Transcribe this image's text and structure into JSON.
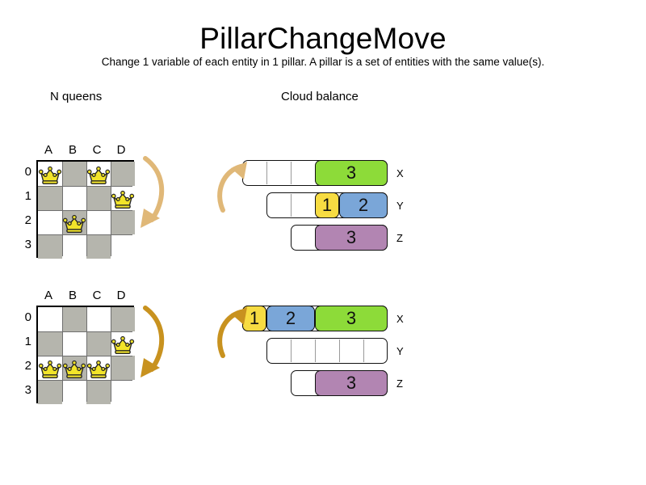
{
  "header": {
    "title": "PillarChangeMove",
    "subtitle": "Change 1 variable of each entity in 1 pillar. A pillar is a set of entities with the same value(s)."
  },
  "sections": {
    "nqueens_label": "N queens",
    "cloudbalance_label": "Cloud balance"
  },
  "colors": {
    "queen_gold": "#f2e42a",
    "board_dark": "#b5b5ad",
    "board_light": "#ffffff",
    "computer_1": "#f7dc42",
    "computer_2": "#7aa6d8",
    "computer_3": "#8ddb39",
    "computer_z": "#b285b2",
    "arrow_before": "#e0b878",
    "arrow_after": "#c8921f"
  },
  "nqueens": {
    "files": [
      "A",
      "B",
      "C",
      "D"
    ],
    "ranks": [
      "0",
      "1",
      "2",
      "3"
    ],
    "before": {
      "queens": [
        {
          "file": "A",
          "rank": "0"
        },
        {
          "file": "C",
          "rank": "0"
        },
        {
          "file": "D",
          "rank": "1"
        },
        {
          "file": "B",
          "rank": "2"
        }
      ]
    },
    "after": {
      "queens": [
        {
          "file": "D",
          "rank": "1"
        },
        {
          "file": "A",
          "rank": "2"
        },
        {
          "file": "B",
          "rank": "2"
        },
        {
          "file": "C",
          "rank": "2"
        }
      ]
    }
  },
  "cloudbalance": {
    "before": {
      "rows": [
        {
          "label": "X",
          "empty_units": 3,
          "segments": [
            {
              "label": "3",
              "units": 3,
              "color": "#8ddb39"
            }
          ]
        },
        {
          "label": "Y",
          "empty_units": 2,
          "segments": [
            {
              "label": "1",
              "units": 1,
              "color": "#f7dc42"
            },
            {
              "label": "2",
              "units": 2,
              "color": "#7aa6d8"
            }
          ]
        },
        {
          "label": "Z",
          "empty_units": 1,
          "segments": [
            {
              "label": "3",
              "units": 3,
              "color": "#b285b2"
            }
          ]
        }
      ]
    },
    "after": {
      "rows": [
        {
          "label": "X",
          "empty_units": 0,
          "segments": [
            {
              "label": "1",
              "units": 1,
              "color": "#f7dc42"
            },
            {
              "label": "2",
              "units": 2,
              "color": "#7aa6d8"
            },
            {
              "label": "3",
              "units": 3,
              "color": "#8ddb39"
            }
          ]
        },
        {
          "label": "Y",
          "empty_units": 5,
          "segments": []
        },
        {
          "label": "Z",
          "empty_units": 1,
          "segments": [
            {
              "label": "3",
              "units": 3,
              "color": "#b285b2"
            }
          ]
        }
      ]
    }
  }
}
